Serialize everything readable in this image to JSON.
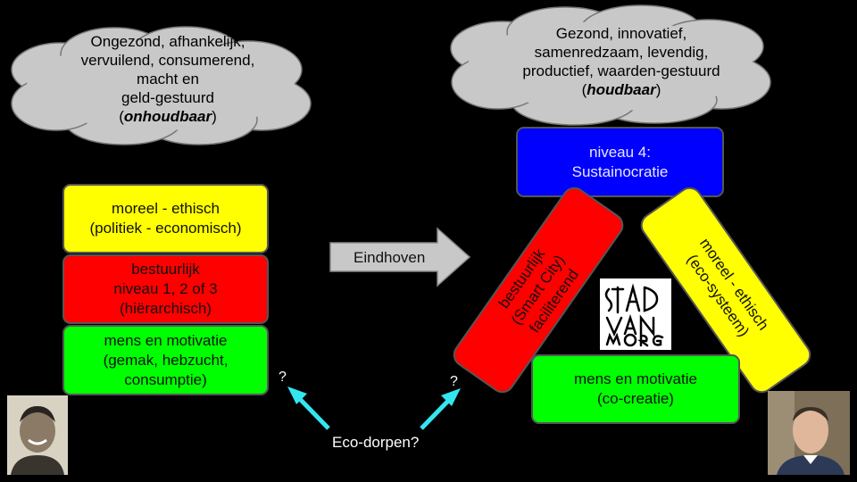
{
  "left_cloud": {
    "lines": [
      "Ongezond, afhankelijk,",
      "vervuilend, consumerend,",
      "macht en",
      "geld-gestuurd"
    ],
    "emphasis_open": "(",
    "emphasis": "onhoudbaar",
    "emphasis_close": ")"
  },
  "right_cloud": {
    "lines": [
      "Gezond, innovatief,",
      "samenredzaam, levendig,",
      "productief, waarden-gestuurd"
    ],
    "emphasis_open": "(",
    "emphasis": "houdbaar",
    "emphasis_close": ")"
  },
  "left_stack": {
    "top": "moreel - ethisch\n(politiek - economisch)",
    "middle": "bestuurlijk\nniveau 1, 2 of 3\n(hiërarchisch)",
    "bottom": "mens en motivatie\n(gemak, hebzucht,\nconsumptie)"
  },
  "arrow_label": "Eindhoven",
  "right_structure": {
    "top": "niveau 4:\nSustainocratie",
    "left_beam": "bestuurlijk\n(Smart City)\nfaciliterend",
    "right_beam": "moreel - ethisch\n(eco-systeem)",
    "bottom": "mens en motivatie\n(co-creatie)"
  },
  "logo_text": "STAD VAN MORGEN",
  "question_left": "?",
  "question_right": "?",
  "eco_label": "Eco-dorpen?",
  "colors": {
    "yellow": "#ffff00",
    "red": "#ff0000",
    "green": "#00ff00",
    "blue": "#0000ff",
    "cyan_arrow": "#33e6f0",
    "cloud": "#c8c8c8",
    "grey_arrow": "#c8c8c8"
  }
}
